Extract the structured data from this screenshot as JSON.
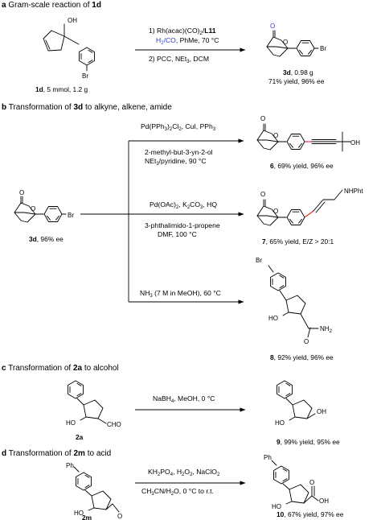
{
  "sections": {
    "a": {
      "letter": "a",
      "title": "Gram-scale reaction of ",
      "compound": "1d"
    },
    "b": {
      "letter": "b",
      "title": "Transformation of ",
      "compound": "3d",
      "title_tail": " to alkyne, alkene,  amide"
    },
    "c": {
      "letter": "c",
      "title": "Transformation of ",
      "compound": "2a",
      "title_tail": " to alcohol"
    },
    "d": {
      "letter": "d",
      "title": "Transformation of ",
      "compound": "2m",
      "title_tail": " to acid"
    }
  },
  "reaction_a": {
    "step1_prefix": "1) Rh(acac)(CO)",
    "step1_sub": "2",
    "step1_sep": "/",
    "step1_ligand": "L11",
    "gas": "H",
    "gas_sub": "2",
    "gas_tail": "/CO",
    "step1_line2_tail": ", PhMe, 70 °C",
    "step2": "2) PCC, NEt",
    "step2_sub": "3",
    "step2_tail": ", DCM",
    "sm_label": "1d",
    "sm_amount": ", 5 mmol, 1.2 g",
    "product_label": "3d",
    "product_amount": ", 0.98 g",
    "product_yield": "71% yield, 96% ee"
  },
  "reaction_b": {
    "sm_label": "3d",
    "sm_ee": ", 96% ee",
    "branch1_line1": "Pd(PPh",
    "branch1_line1_sub": "3",
    "branch1_line1_mid": ")",
    "branch1_line1_sub2": "2",
    "branch1_line1_tail": "Cl",
    "branch1_line1_sub3": "2",
    "branch1_line1_end": ", CuI, PPh",
    "branch1_line1_sub4": "3",
    "branch1_line2": "2-methyl-but-3-yn-2-ol",
    "branch1_line3": "NEt",
    "branch1_line3_sub": "3",
    "branch1_line3_tail": "/pyridine, 90 °C",
    "product6_label": "6",
    "product6_yield": ", 69% yield, 96% ee",
    "branch2_line1": "Pd(OAc)",
    "branch2_line1_sub": "2",
    "branch2_line1_mid": ", K",
    "branch2_line1_sub2": "2",
    "branch2_line1_mid2": "CO",
    "branch2_line1_sub3": "3",
    "branch2_line1_tail": ", HQ",
    "branch2_line2": "3-phthalimido-1-propene",
    "branch2_line3": "DMF, 100 °C",
    "product7_label": "7",
    "product7_yield": ", 65% yield, E/Z > 20:1",
    "branch3_line1": "NH",
    "branch3_line1_sub": "3",
    "branch3_line1_tail": " (7 M in MeOH), 60 °C",
    "product8_label": "8",
    "product8_yield": ", 92% yield, 96% ee"
  },
  "reaction_c": {
    "cond": "NaBH",
    "cond_sub": "4",
    "cond_tail": ", MeOH, 0 °C",
    "sm_label": "2a",
    "product_label": "9",
    "product_yield": ", 99% yield, 95% ee"
  },
  "reaction_d": {
    "line1": "KH",
    "line1_sub": "2",
    "line1_mid": "PO",
    "line1_sub2": "4",
    "line1_mid2": ", H",
    "line1_sub3": "2",
    "line1_mid3": "O",
    "line1_sub4": "2",
    "line1_tail": ", NaClO",
    "line1_sub5": "2",
    "line2": "CH",
    "line2_sub": "3",
    "line2_mid": "CN/H",
    "line2_sub2": "2",
    "line2_tail": "O, 0 °C to r.t.",
    "sm_label": "2m",
    "product_label": "10",
    "product_yield": ", 67% yield, 97% ee"
  },
  "atoms": {
    "O": "O",
    "OH": "OH",
    "HO": "HO",
    "Br": "Br",
    "Ph": "Ph",
    "NHPht": "NHPht",
    "NH2": "NH",
    "NH2_sub": "2",
    "CHO": "CHO"
  },
  "colors": {
    "alkyne_highlight": "#e0251b",
    "carbonyl_O": "#2a3bd6",
    "h2co": "#2a3bd6"
  }
}
